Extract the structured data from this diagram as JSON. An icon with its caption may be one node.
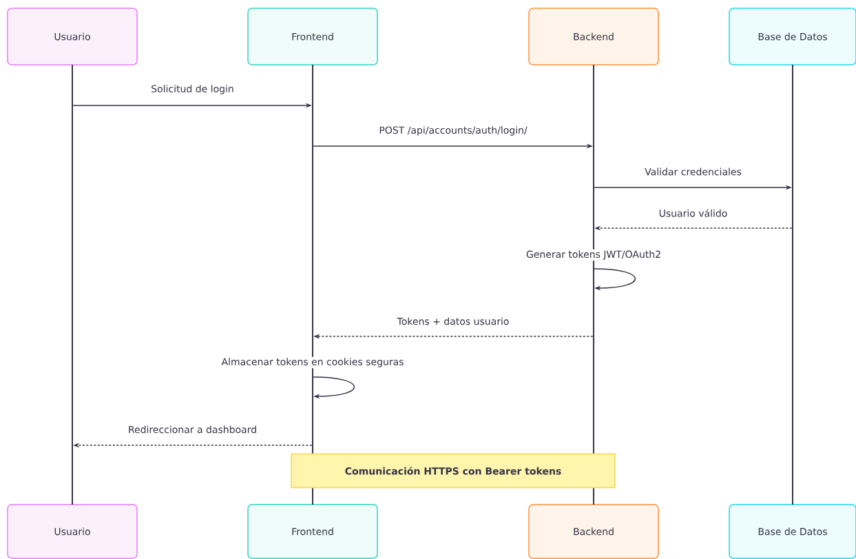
{
  "diagram": {
    "nodes": [
      {
        "text": [
          "Usuario"
        ]
      },
      {
        "text": [
          "Frontend"
        ]
      },
      {
        "text": [
          "Backend"
        ]
      },
      {
        "text": [
          "Base de Datos"
        ]
      },
      {
        "text": [
          "Usuario"
        ]
      },
      {
        "text": [
          "Frontend"
        ]
      },
      {
        "text": [
          "Backend"
        ]
      },
      {
        "text": [
          "Base de Datos"
        ]
      },
      {
        "text": [],
        "shape": "bar"
      },
      {
        "text": [],
        "shape": "bar"
      },
      {
        "text": [],
        "shape": "bar"
      },
      {
        "text": [],
        "shape": "bar"
      },
      {
        "text": [
          "Comunicación HTTPS con Bearer tokens"
        ]
      }
    ],
    "edges": [
      {
        "from": 8,
        "to": 9,
        "arrow": "to",
        "label": "Solicitud de login"
      },
      {
        "from": 9,
        "to": 10,
        "arrow": "to",
        "label": "POST /api/accounts/auth/login/"
      },
      {
        "from": 10,
        "to": 11,
        "arrow": "to",
        "label": "Validar credenciales"
      },
      {
        "from": 11,
        "to": 10,
        "arrow": "to",
        "label": "Usuario válido",
        "style": "dashed"
      },
      {
        "from": 10,
        "to": 10,
        "arrow": "to",
        "label": "Generar tokens JWT/OAuth2"
      },
      {
        "from": 10,
        "to": 9,
        "arrow": "to",
        "label": "Tokens + datos usuario",
        "style": "dashed"
      },
      {
        "from": 9,
        "to": 9,
        "arrow": "to",
        "label": "Almacenar tokens en cookies seguras"
      },
      {
        "from": 9,
        "to": 8,
        "arrow": "to",
        "label": "Redireccionar a dashboard",
        "style": "dashed"
      }
    ]
  }
}
